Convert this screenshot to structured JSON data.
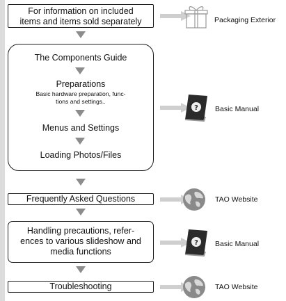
{
  "steps": {
    "included_items": {
      "line1": "For information on included",
      "line2": "items and items sold separately"
    },
    "components_guide": {
      "title": "The Components Guide",
      "preparations": "Preparations",
      "preparations_sub1": "Basic hardware preparation, func-",
      "preparations_sub2": "tions and settings..",
      "menus": "Menus and Settings",
      "loading": "Loading Photos/Files"
    },
    "faq": "Frequently Asked Questions",
    "handling": {
      "line1": "Handling precautions, refer-",
      "line2": "ences to various slideshow and",
      "line3": "media functions"
    },
    "troubleshooting": "Troubleshooting"
  },
  "resources": {
    "packaging": "Packaging Exterior",
    "basic_manual_1": "Basic Manual",
    "tao_website_1": "TAO Website",
    "basic_manual_2": "Basic Manual",
    "tao_website_2": "TAO Website"
  },
  "icons": {
    "packaging": "gift-box-icon",
    "manual": "book-icon",
    "website": "globe-icon"
  },
  "colors": {
    "arrow": "#8c8c8c",
    "stripe": "#dcdcdc",
    "book": "#2b2b2b",
    "globe": "#7a7a7a"
  }
}
